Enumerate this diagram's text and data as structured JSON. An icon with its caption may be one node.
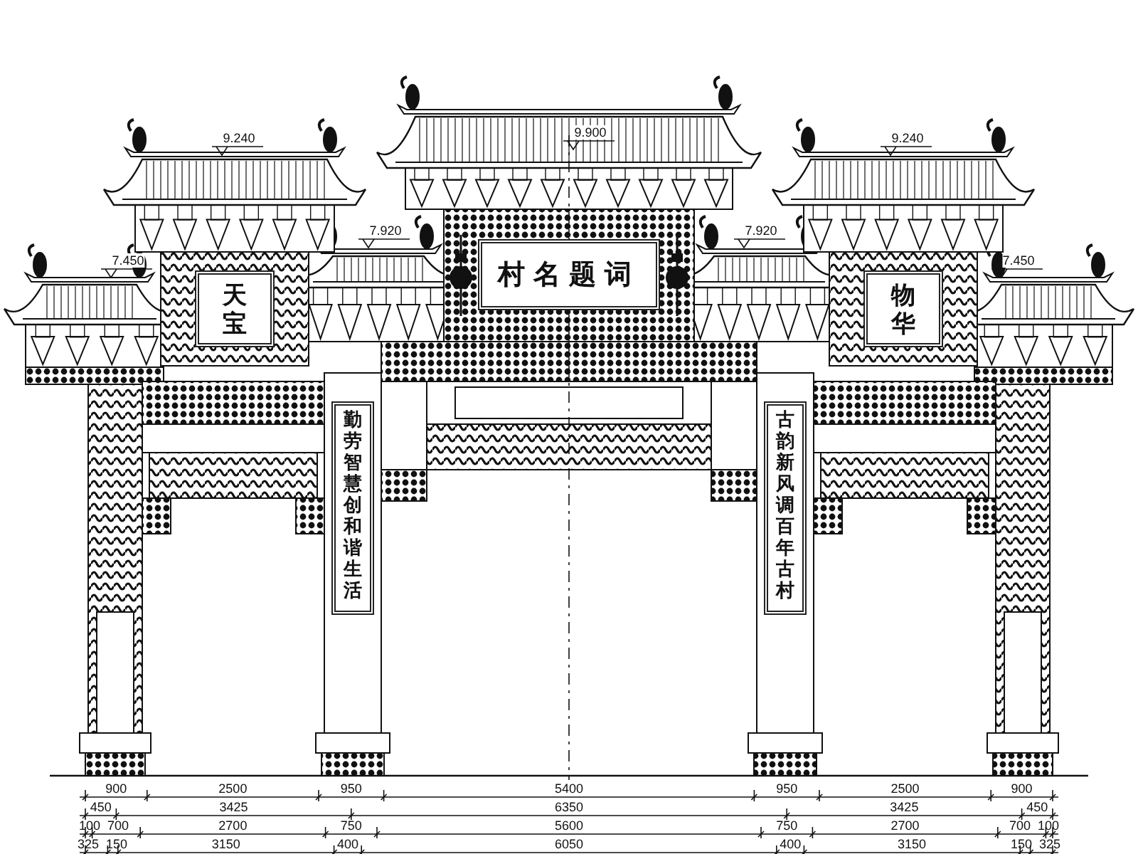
{
  "diagram": {
    "nodes": [
      {
        "text": [
          "村名题词"
        ]
      },
      {
        "text": [
          "天宝"
        ]
      },
      {
        "text": [
          "物华"
        ]
      },
      {
        "text": [
          "勤劳智慧创和谐生活"
        ]
      },
      {
        "text": [
          "古韵新风调百年古村"
        ]
      }
    ],
    "labels": [
      "9.900",
      "9.240",
      "9.240",
      "7.920",
      "7.920",
      "7.450",
      "7.450",
      "900",
      "2500",
      "950",
      "5400",
      "950",
      "2500",
      "900",
      "450",
      "3425",
      "6350",
      "3425",
      "450",
      "100",
      "700",
      "2700",
      "750",
      "5600",
      "750",
      "2700",
      "700",
      "100",
      "325",
      "150",
      "3150",
      "400",
      "6050",
      "400",
      "3150",
      "150",
      "325"
    ]
  }
}
